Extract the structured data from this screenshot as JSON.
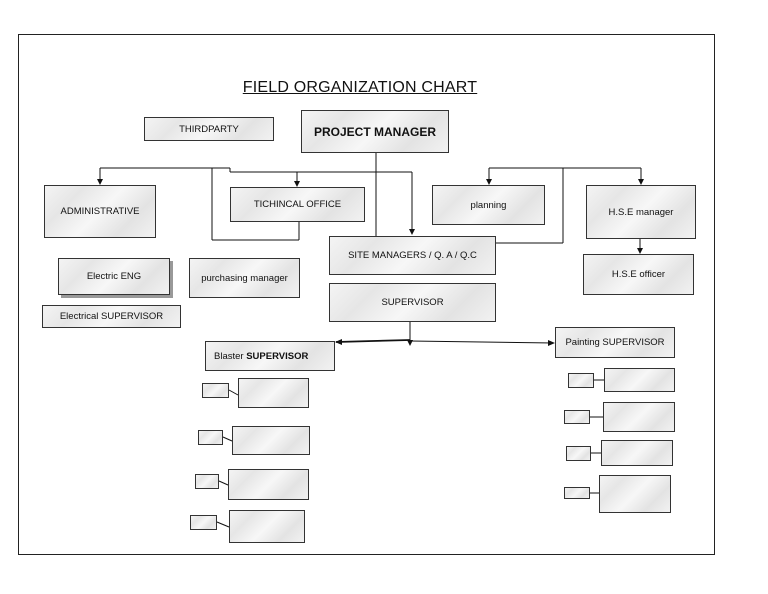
{
  "title": "FIELD ORGANIZATION CHART",
  "nodes": {
    "third_party": "THIRDPARTY",
    "project_manager": "PROJECT MANAGER",
    "administrative": "ADMINISTRATIVE",
    "technical_office": "TICHINCAL OFFICE",
    "planning": "planning",
    "hse_manager": "H.S.E manager",
    "electric_eng": "Electric ENG",
    "purchasing_manager": "purchasing manager",
    "site_managers": "SITE MANAGERS / Q. A / Q.C",
    "hse_officer": "H.S.E officer",
    "electrical_supervisor": "Electrical SUPERVISOR",
    "supervisor": "SUPERVISOR",
    "blaster_prefix": "Blaster",
    "blaster_suffix": "SUPERVISOR",
    "painting_supervisor": "Painting SUPERVISOR"
  }
}
